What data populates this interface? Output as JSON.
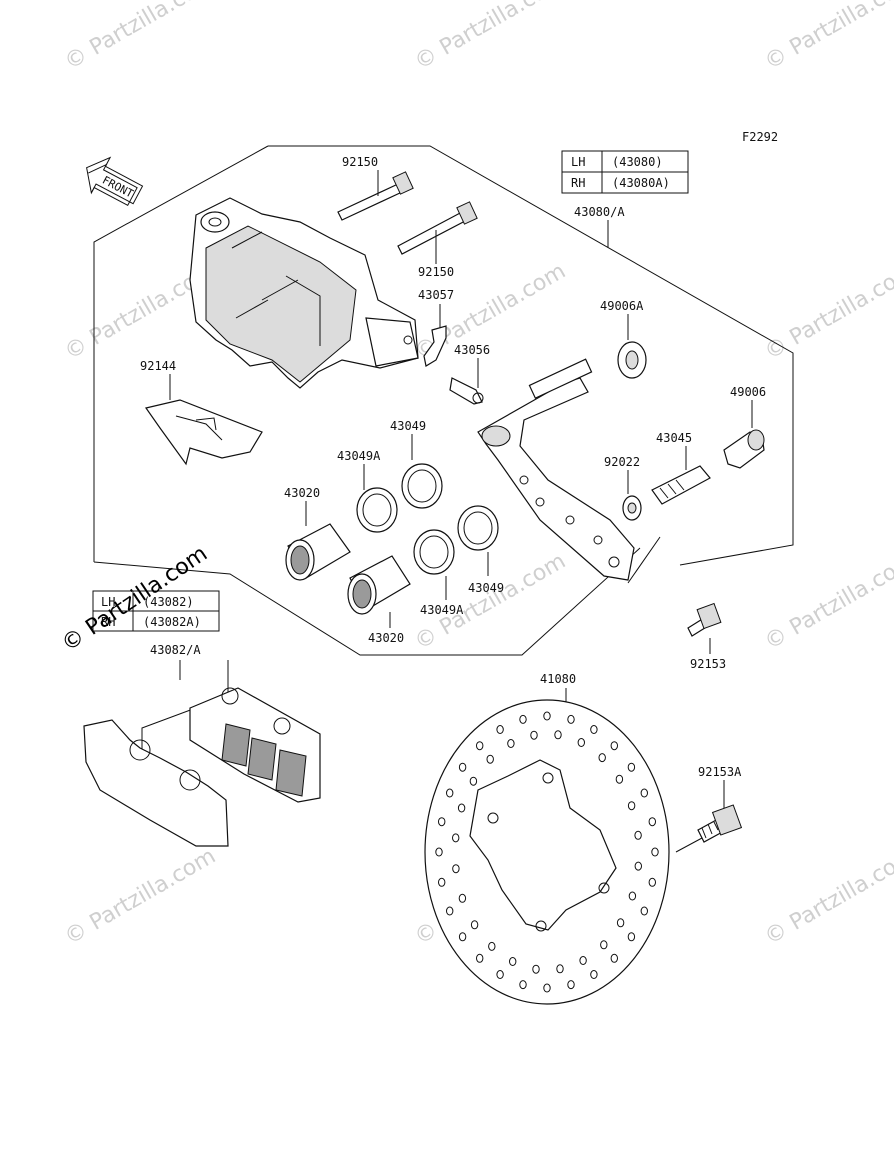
{
  "diagram": {
    "figure_code": "F2292",
    "front_arrow": "FRONT",
    "caliper_table": {
      "rows": [
        {
          "side": "LH",
          "part": "(43080)"
        },
        {
          "side": "RH",
          "part": "(43080A)"
        }
      ]
    },
    "pad_table": {
      "rows": [
        {
          "side": "LH",
          "part": "(43082)"
        },
        {
          "side": "RH",
          "part": "(43082A)"
        }
      ]
    },
    "labels": {
      "bolt_top": "92150",
      "bolt_mid": "92150",
      "caliper_assy": "43080/A",
      "clip": "43057",
      "bleeder": "43056",
      "boot_a": "49006A",
      "spring": "92144",
      "boot": "49006",
      "seal_top": "43049",
      "seal_a_top": "43049A",
      "pin": "43045",
      "washer": "92022",
      "piston_top": "43020",
      "seal_bottom": "43049",
      "seal_a_bottom": "43049A",
      "piston_bottom": "43020",
      "bolt_92153": "92153",
      "pads": "43082/A",
      "disc": "41080",
      "bolt_92153a": "92153A"
    },
    "watermark": "© Partzilla.com"
  }
}
